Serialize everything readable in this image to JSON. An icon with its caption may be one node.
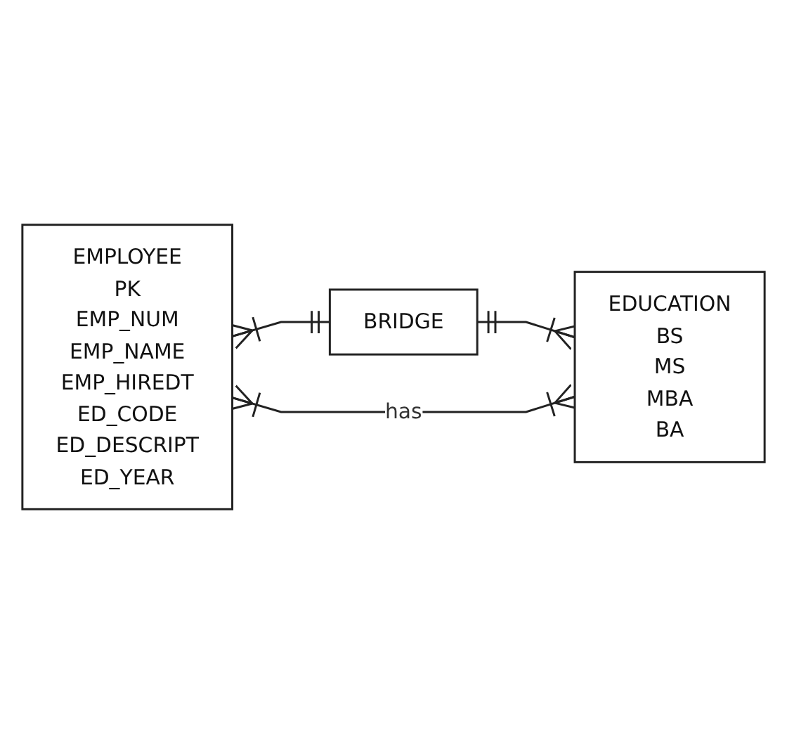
{
  "diagram": {
    "nodes": [
      {
        "text": [
          "EMPLOYEE",
          "PK",
          "EMP_NUM",
          "EMP_NAME",
          "EMP_HIREDT",
          "ED_CODE",
          "ED_DESCRIPT",
          "ED_YEAR"
        ]
      },
      {
        "text": [
          "BRIDGE"
        ]
      },
      {
        "text": [
          "EDUCATION",
          "BS",
          "MS",
          "MBA",
          "BA"
        ]
      }
    ],
    "edges": [
      {
        "from": 0,
        "to": 1,
        "arrow": "other"
      },
      {
        "from": 1,
        "to": 2,
        "arrow": "other"
      },
      {
        "from": 0,
        "to": 2,
        "arrow": "other",
        "label": "has"
      }
    ]
  }
}
